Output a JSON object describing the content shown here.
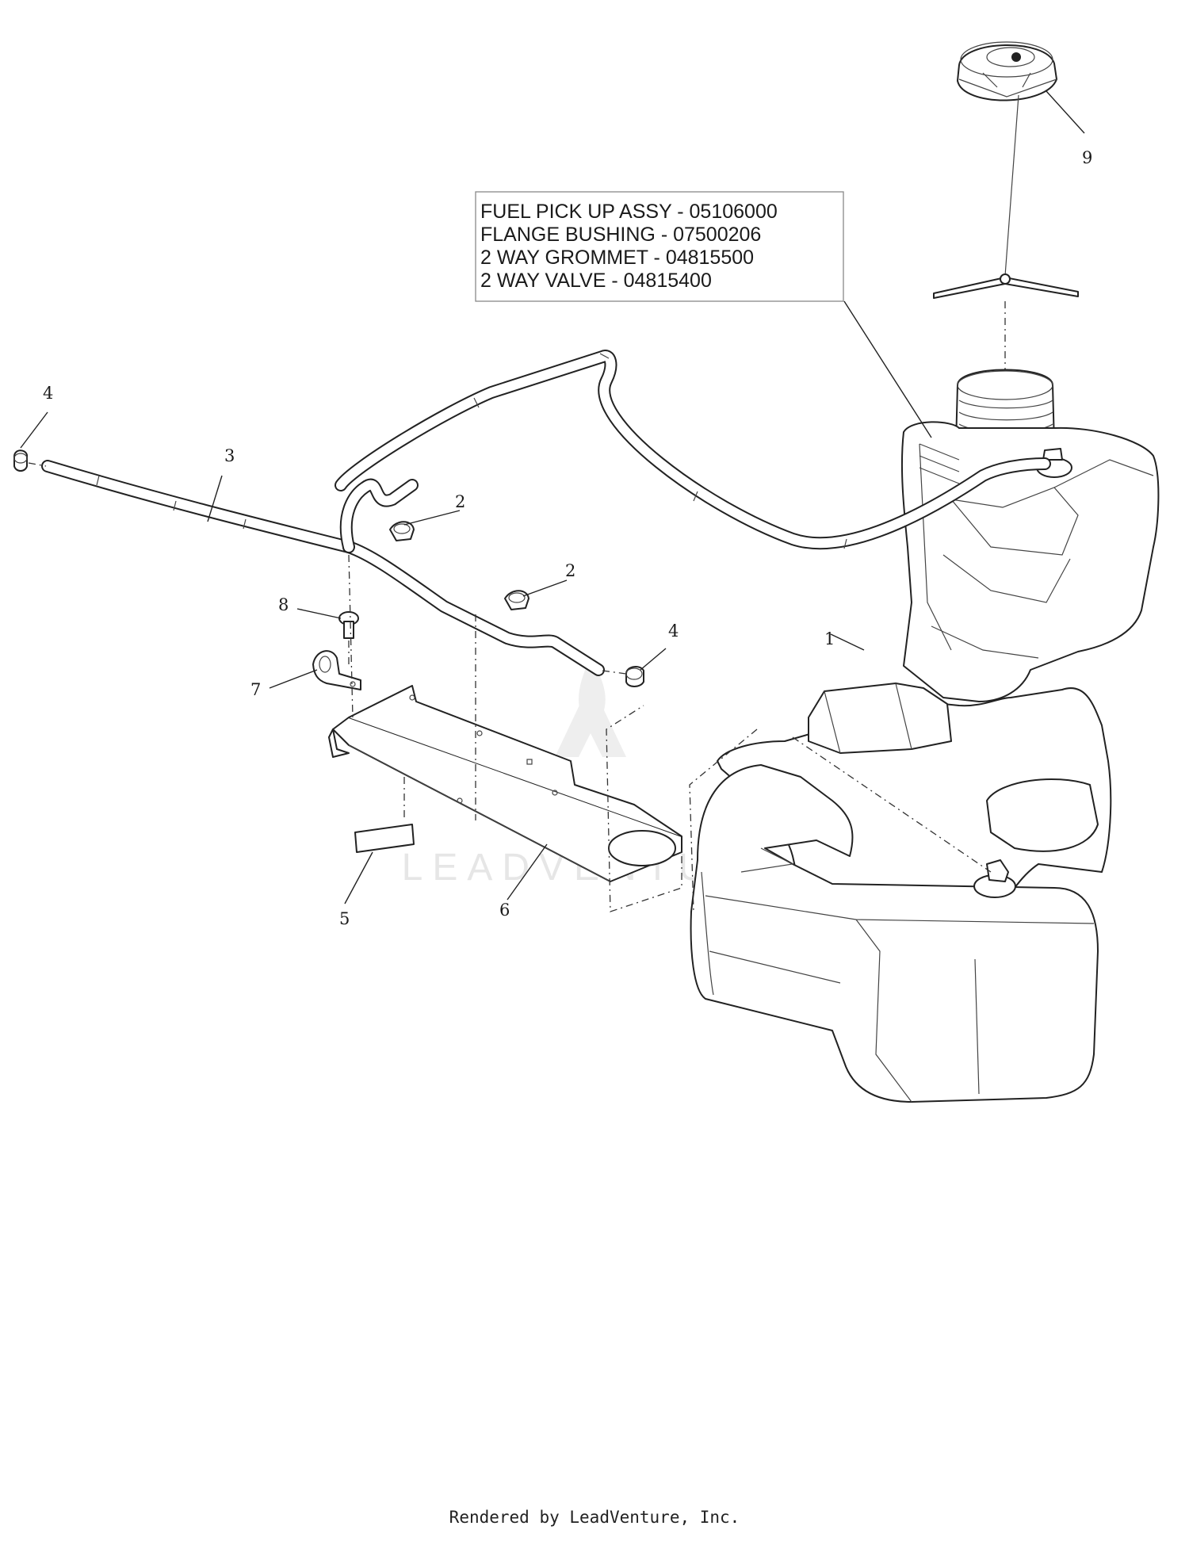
{
  "callout_box": {
    "lines": [
      "FUEL PICK UP ASSY - 05106000",
      "FLANGE BUSHING - 07500206",
      "2 WAY GROMMET - 04815500",
      "2 WAY VALVE - 04815400"
    ]
  },
  "part_labels": {
    "fuel_tank": "1",
    "clamp_upper": "2",
    "clamp_lower": "2",
    "fuel_hose": "3",
    "cap_left": "4",
    "cap_right": "4",
    "pad": "5",
    "tank_bracket": "6",
    "hose_clip": "7",
    "push_rivet": "8",
    "fuel_cap": "9"
  },
  "watermark": {
    "text": "LEADVENTURE"
  },
  "footer": {
    "text": "Rendered by LeadVenture, Inc."
  }
}
